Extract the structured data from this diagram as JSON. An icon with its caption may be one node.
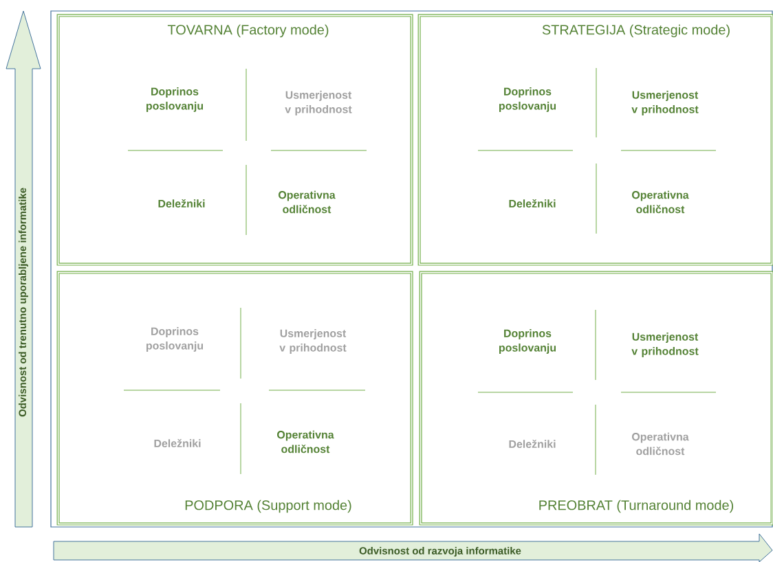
{
  "diagram": {
    "nodes": [
      {
        "text": [
          "TOVARNA (Factory mode)",
          "Doprinos poslovanju",
          "Usmerjenost v prihodnost",
          "Deležniki",
          "Operativna odličnost"
        ]
      },
      {
        "text": [
          "STRATEGIJA (Strategic mode)",
          "Doprinos poslovanju",
          "Usmerjenost v prihodnost",
          "Deležniki",
          "Operativna odličnost"
        ]
      },
      {
        "text": [
          "Doprinos poslovanju",
          "Usmerjenost v prihodnost",
          "Deležniki",
          "Operativna odličnost",
          "PODPORA (Support mode)"
        ]
      },
      {
        "text": [
          "Doprinos poslovanju",
          "Usmerjenost v prihodnost",
          "Deležniki",
          "Operativna odličnost",
          "PREOBRAT (Turnaround mode)"
        ]
      },
      {
        "text": [
          "Odvisnost od trenutno uporabljene informatike"
        ]
      },
      {
        "text": [
          "Odvisnost od razvoja informatike"
        ]
      }
    ]
  }
}
